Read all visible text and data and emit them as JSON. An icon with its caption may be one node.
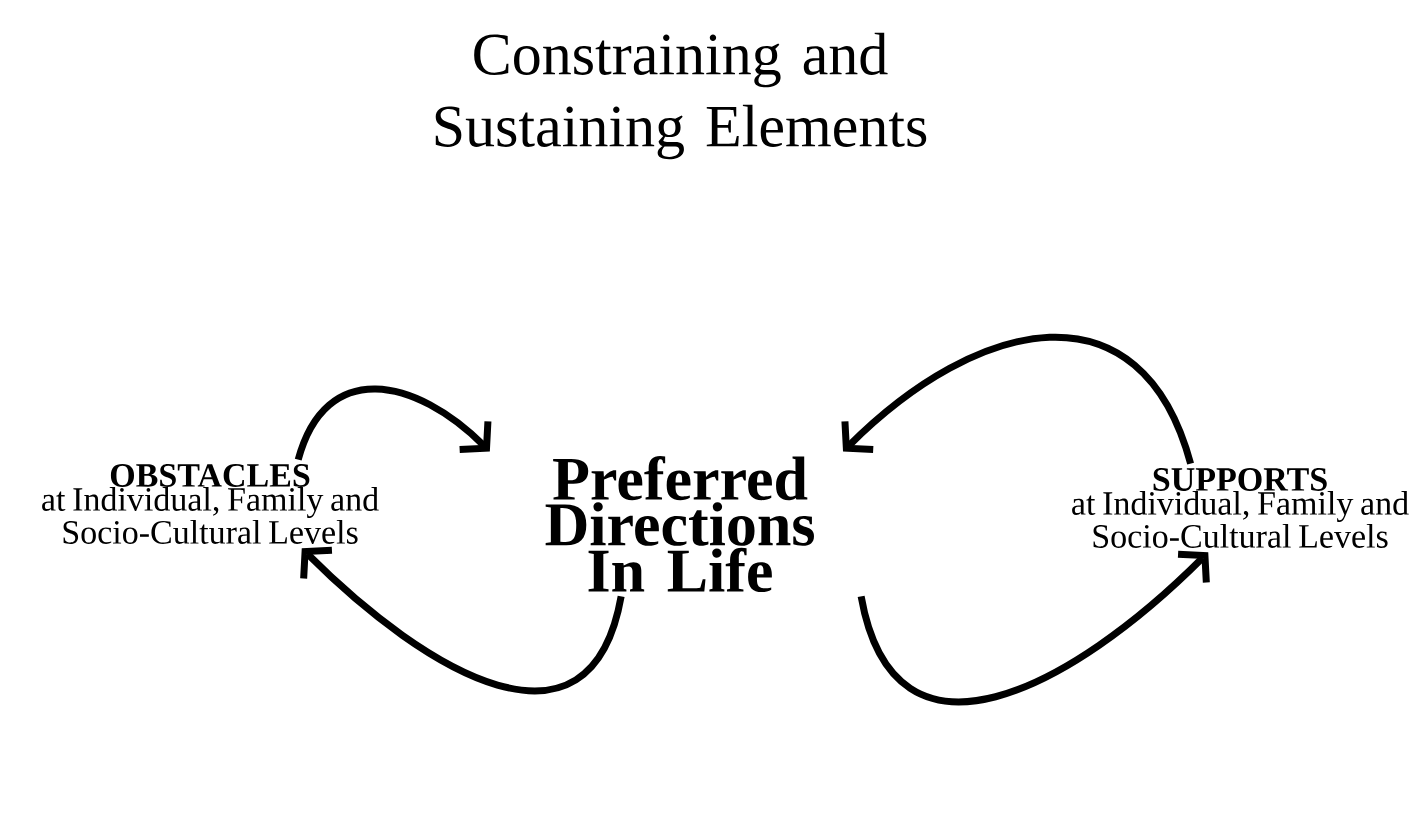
{
  "diagram": {
    "title": "Constraining and Sustaining Elements",
    "nodes": [
      {
        "text": [
          "OBSTACLES",
          "at Individual, Family and Socio-Cultural Levels"
        ]
      },
      {
        "text": [
          "Preferred Directions In Life"
        ]
      },
      {
        "text": [
          "SUPPORTS",
          "at Individual, Family and Socio-Cultural Levels"
        ]
      }
    ],
    "edges": [
      {
        "from": 0,
        "to": 1,
        "arrow": "to"
      },
      {
        "from": 2,
        "to": 1,
        "arrow": "to"
      },
      {
        "from": 1,
        "to": 0,
        "arrow": "to"
      },
      {
        "from": 1,
        "to": 2,
        "arrow": "to"
      }
    ]
  }
}
